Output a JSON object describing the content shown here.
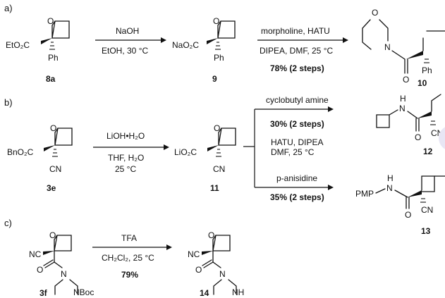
{
  "parts": {
    "a": "a)",
    "b": "b)",
    "c": "c)"
  },
  "row_a": {
    "c8a": {
      "number": "8a",
      "ester": "EtO₂C",
      "sub": "Ph",
      "ring_o": "O"
    },
    "arrow1": {
      "top": "NaOH",
      "bottom": "EtOH, 30 °C"
    },
    "c9": {
      "number": "9",
      "salt": "NaO₂C",
      "sub": "Ph",
      "ring_o": "O"
    },
    "arrow2": {
      "top": "morpholine, HATU",
      "bottom": "DIPEA, DMF, 25 °C",
      "yield": "78% (2 steps)"
    },
    "c10": {
      "number": "10",
      "morph_o": "O",
      "morph_n": "N",
      "carbonyl_o": "O",
      "sub": "Ph"
    }
  },
  "row_b": {
    "c3e": {
      "number": "3e",
      "ester": "BnO₂C",
      "sub": "CN",
      "ring_o": "O"
    },
    "arrow1": {
      "top": "LiOH•H₂O",
      "bottom1": "THF, H₂O",
      "bottom2": "25 °C"
    },
    "c11": {
      "number": "11",
      "salt": "LiO₂C",
      "sub": "CN",
      "ring_o": "O"
    },
    "shared": {
      "line1": "HATU, DIPEA",
      "line2": "DMF, 25 °C"
    },
    "upper": {
      "reagent": "cyclobutyl amine",
      "yield": "30% (2 steps)"
    },
    "lower": {
      "reagent": "p-anisidine",
      "yield": "35% (2 steps)"
    },
    "c12": {
      "number": "12",
      "nh": "H",
      "n": "N",
      "carbonyl_o": "O",
      "sub": "CN"
    },
    "c13": {
      "number": "13",
      "pmp": "PMP",
      "nh": "H",
      "n": "N",
      "carbonyl_o": "O",
      "sub": "CN"
    }
  },
  "row_c": {
    "c3f": {
      "number": "3f",
      "nc": "NC",
      "ring_o": "O",
      "carbonyl_o": "O",
      "n": "N",
      "nboc": "NBoc"
    },
    "arrow": {
      "top": "TFA",
      "bottom": "CH₂Cl₂, 25 °C",
      "yield": "79%"
    },
    "c14": {
      "number": "14",
      "nc": "NC",
      "ring_o": "O",
      "carbonyl_o": "O",
      "n": "N",
      "nh": "NH"
    }
  }
}
